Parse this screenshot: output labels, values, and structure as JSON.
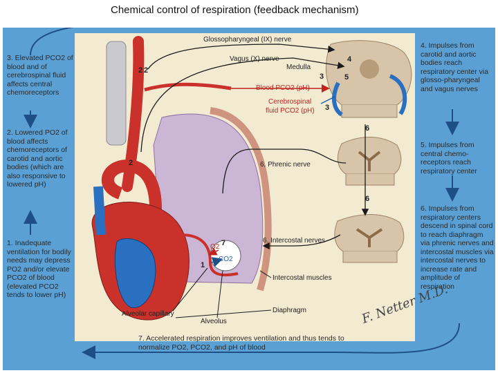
{
  "title": "Chemical control of respiration (feedback mechanism)",
  "steps": {
    "s1": "1. Inadequate ventilation for bodily needs may depress PO2 and/or elevate PCO2 of blood (elevated PCO2 tends to lower pH)",
    "s2": "2. Lowered PO2 of blood affects chemoreceptors of carotid and aortic bodies (which are also responsive to lowered pH)",
    "s3": "3. Elevated PCO2 of blood and of cerebrospinal fluid affects central chemoreceptors",
    "s4": "4. Impulses from carotid and aortic bodies reach respiratory center via glosso-pharyngeal and vagus nerves",
    "s5": "5. Impulses from central chemo-receptors reach respiratory center",
    "s6": "6. Impulses from respiratory centers descend in spinal cord to reach diaphragm via phrenic nerves and intercostal muscles via intercostal nerves to increase rate and amplitude of respiration",
    "s7": "7. Accelerated respiration improves ventilation and thus tends to normalize PO2, PCO2, and pH of blood"
  },
  "labels": {
    "glossopharyngeal": "Glossopharyngeal (IX) nerve",
    "vagus": "Vagus (X) nerve",
    "medulla": "Medulla",
    "blood_pco2": "Blood PCO2 (pH)",
    "csf_line1": "Cerebrospinal",
    "csf_line2": "fluid PCO2 (pH)",
    "phrenic": "6. Phrenic nerve",
    "intercostal_nerves": "6. Intercostal nerves",
    "intercostal_muscles": "Intercostal muscles",
    "diaphragm": "Diaphragm",
    "alveolar_capillary": "Alveolar capillary",
    "alveolus": "Alveolus",
    "o2": "O2",
    "co2": "CO2",
    "signature": "F. Netter M.D."
  },
  "markers": {
    "m1": "1",
    "m2a": "2",
    "m2b": "2",
    "m2c": "2",
    "m3a": "3",
    "m3b": "3",
    "m4": "4",
    "m5": "5",
    "m6a": "6",
    "m6b": "6",
    "m7": "7"
  },
  "colors": {
    "frame": "#5aa0d4",
    "background": "#f3ead2",
    "lung": "#cbb6d6",
    "artery": "#c9312a",
    "vein": "#2a6fc0",
    "spinal_cord": "#d8c4a8",
    "nerve": "#1a1a1a"
  }
}
